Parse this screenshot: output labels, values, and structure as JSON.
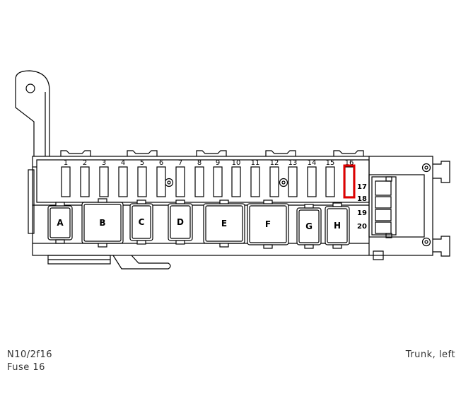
{
  "fuse_numbers": [
    "1",
    "2",
    "3",
    "4",
    "5",
    "6",
    "7",
    "8",
    "9",
    "10",
    "11",
    "12",
    "13",
    "14",
    "15",
    "16"
  ],
  "side_numbers": [
    "17",
    "18",
    "19",
    "20"
  ],
  "relay_labels": [
    "A",
    "B",
    "C",
    "D",
    "E",
    "F",
    "G",
    "H"
  ],
  "highlighted_fuse": "16",
  "highlight_color": "#e00000",
  "line_color": "#000000",
  "captions": {
    "component_code": "N10/2f16",
    "fuse_label": "Fuse 16",
    "location": "Trunk, left"
  }
}
